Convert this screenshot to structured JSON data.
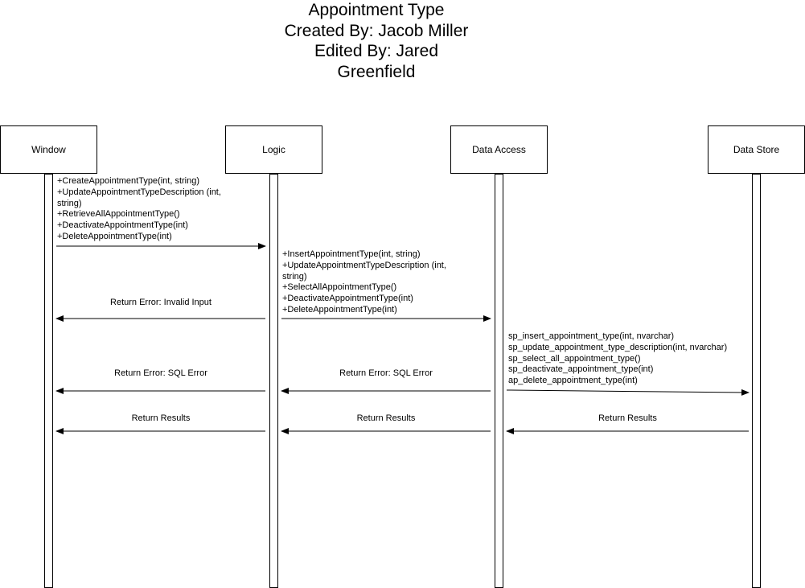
{
  "title": {
    "lines": [
      "Appointment Type",
      "Created By: Jacob Miller",
      "Edited By: Jared",
      "Greenfield"
    ]
  },
  "actors": [
    {
      "name": "Window"
    },
    {
      "name": "Logic"
    },
    {
      "name": "Data Access"
    },
    {
      "name": "Data Store"
    }
  ],
  "messages": {
    "window_to_logic": [
      "+CreateAppointmentType(int,  string)",
      "+UpdateAppointmentTypeDescription (int,",
      "string)",
      "+RetrieveAllAppointmentType()",
      "+DeactivateAppointmentType(int)",
      "+DeleteAppointmentType(int)"
    ],
    "logic_to_data_access": [
      "+InsertAppointmentType(int,  string)",
      "+UpdateAppointmentTypeDescription (int,",
      "string)",
      "+SelectAllAppointmentType()",
      "+DeactivateAppointmentType(int)",
      "+DeleteAppointmentType(int)"
    ],
    "data_access_to_data_store": [
      "sp_insert_appointment_type(int,  nvarchar)",
      "sp_update_appointment_type_description(int, nvarchar)",
      "sp_select_all_appointment_type()",
      "sp_deactivate_appointment_type(int)",
      "ap_delete_appointment_type(int)"
    ],
    "logic_to_window_invalid": "Return Error: Invalid Input",
    "logic_to_window_sql_error": "Return Error: SQL Error",
    "data_access_to_logic_sql_error": "Return Error: SQL Error",
    "logic_to_window_results": "Return Results",
    "data_access_to_logic_results": "Return Results",
    "data_store_to_data_access_results": "Return Results"
  }
}
